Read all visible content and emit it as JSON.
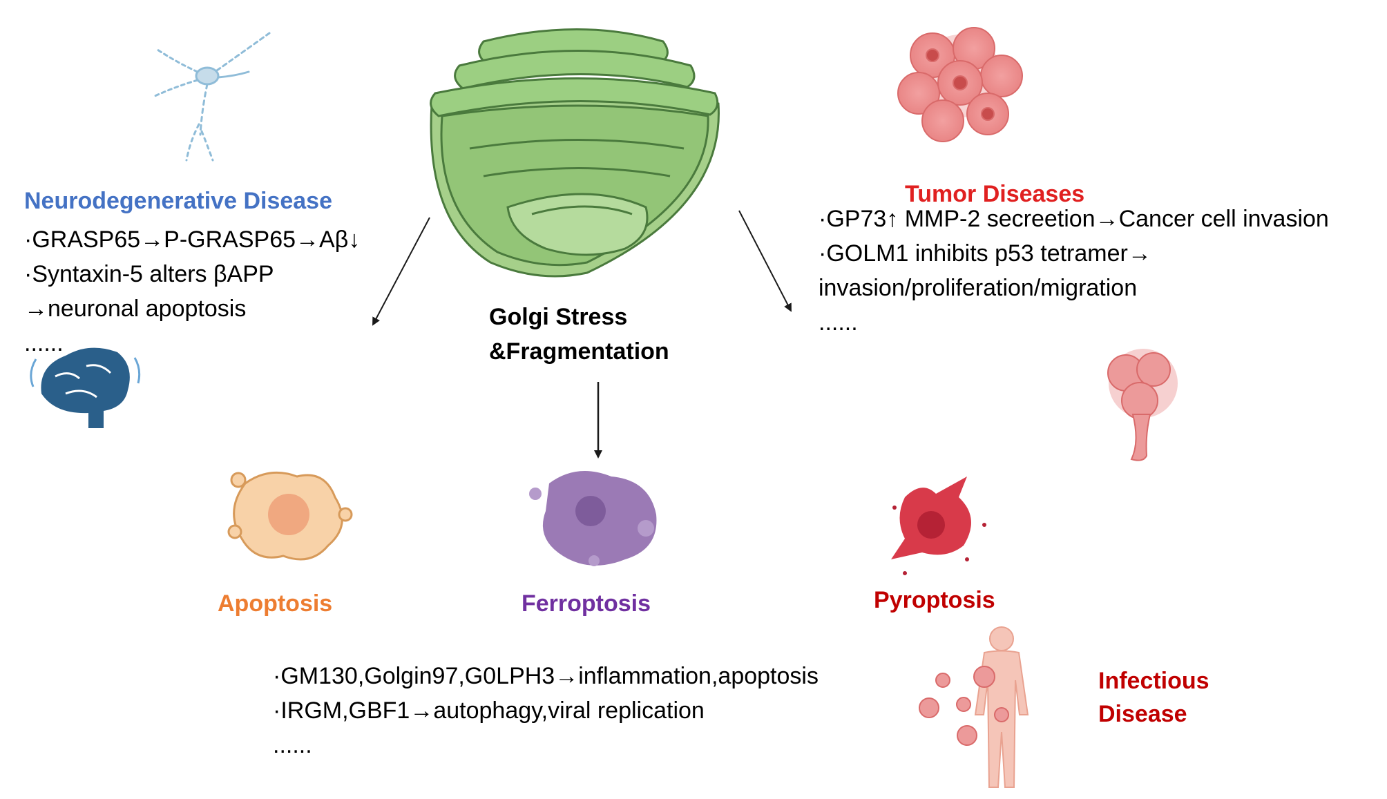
{
  "center": {
    "title_line1": "Golgi Stress",
    "title_line2": "&Fragmentation"
  },
  "neuro": {
    "title": "Neurodegenerative Disease",
    "title_color": "#4472c4",
    "lines": [
      "·GRASP65→P-GRASP65→Aβ↓",
      "·Syntaxin-5 alters βAPP",
      "→neuronal apoptosis",
      "......"
    ]
  },
  "tumor": {
    "title": "Tumor Diseases",
    "title_color": "#e02020",
    "lines": [
      "·GP73↑ MMP-2 secreetion→Cancer cell invasion",
      "·GOLM1 inhibits p53 tetramer→",
      "invasion/proliferation/migration",
      "......"
    ]
  },
  "death_modes": {
    "apoptosis": {
      "label": "Apoptosis",
      "color": "#ed7d31"
    },
    "ferroptosis": {
      "label": "Ferroptosis",
      "color": "#7030a0"
    },
    "pyroptosis": {
      "label": "Pyroptosis",
      "color": "#c00000"
    }
  },
  "infectious": {
    "title_line1": "Infectious",
    "title_line2": "Disease",
    "title_color": "#c00000",
    "lines": [
      "·GM130,Golgin97,G0LPH3→inflammation,apoptosis",
      "·IRGM,GBF1→autophagy,viral replication",
      "......"
    ]
  },
  "icons": [
    "neuron-icon",
    "golgi-apparatus-icon",
    "tumor-cell-cluster-icon",
    "brain-icon",
    "metastatic-cell-icon",
    "apoptotic-cell-icon",
    "ferroptotic-cell-icon",
    "pyroptotic-cell-icon",
    "human-body-icon",
    "virus-icon"
  ]
}
